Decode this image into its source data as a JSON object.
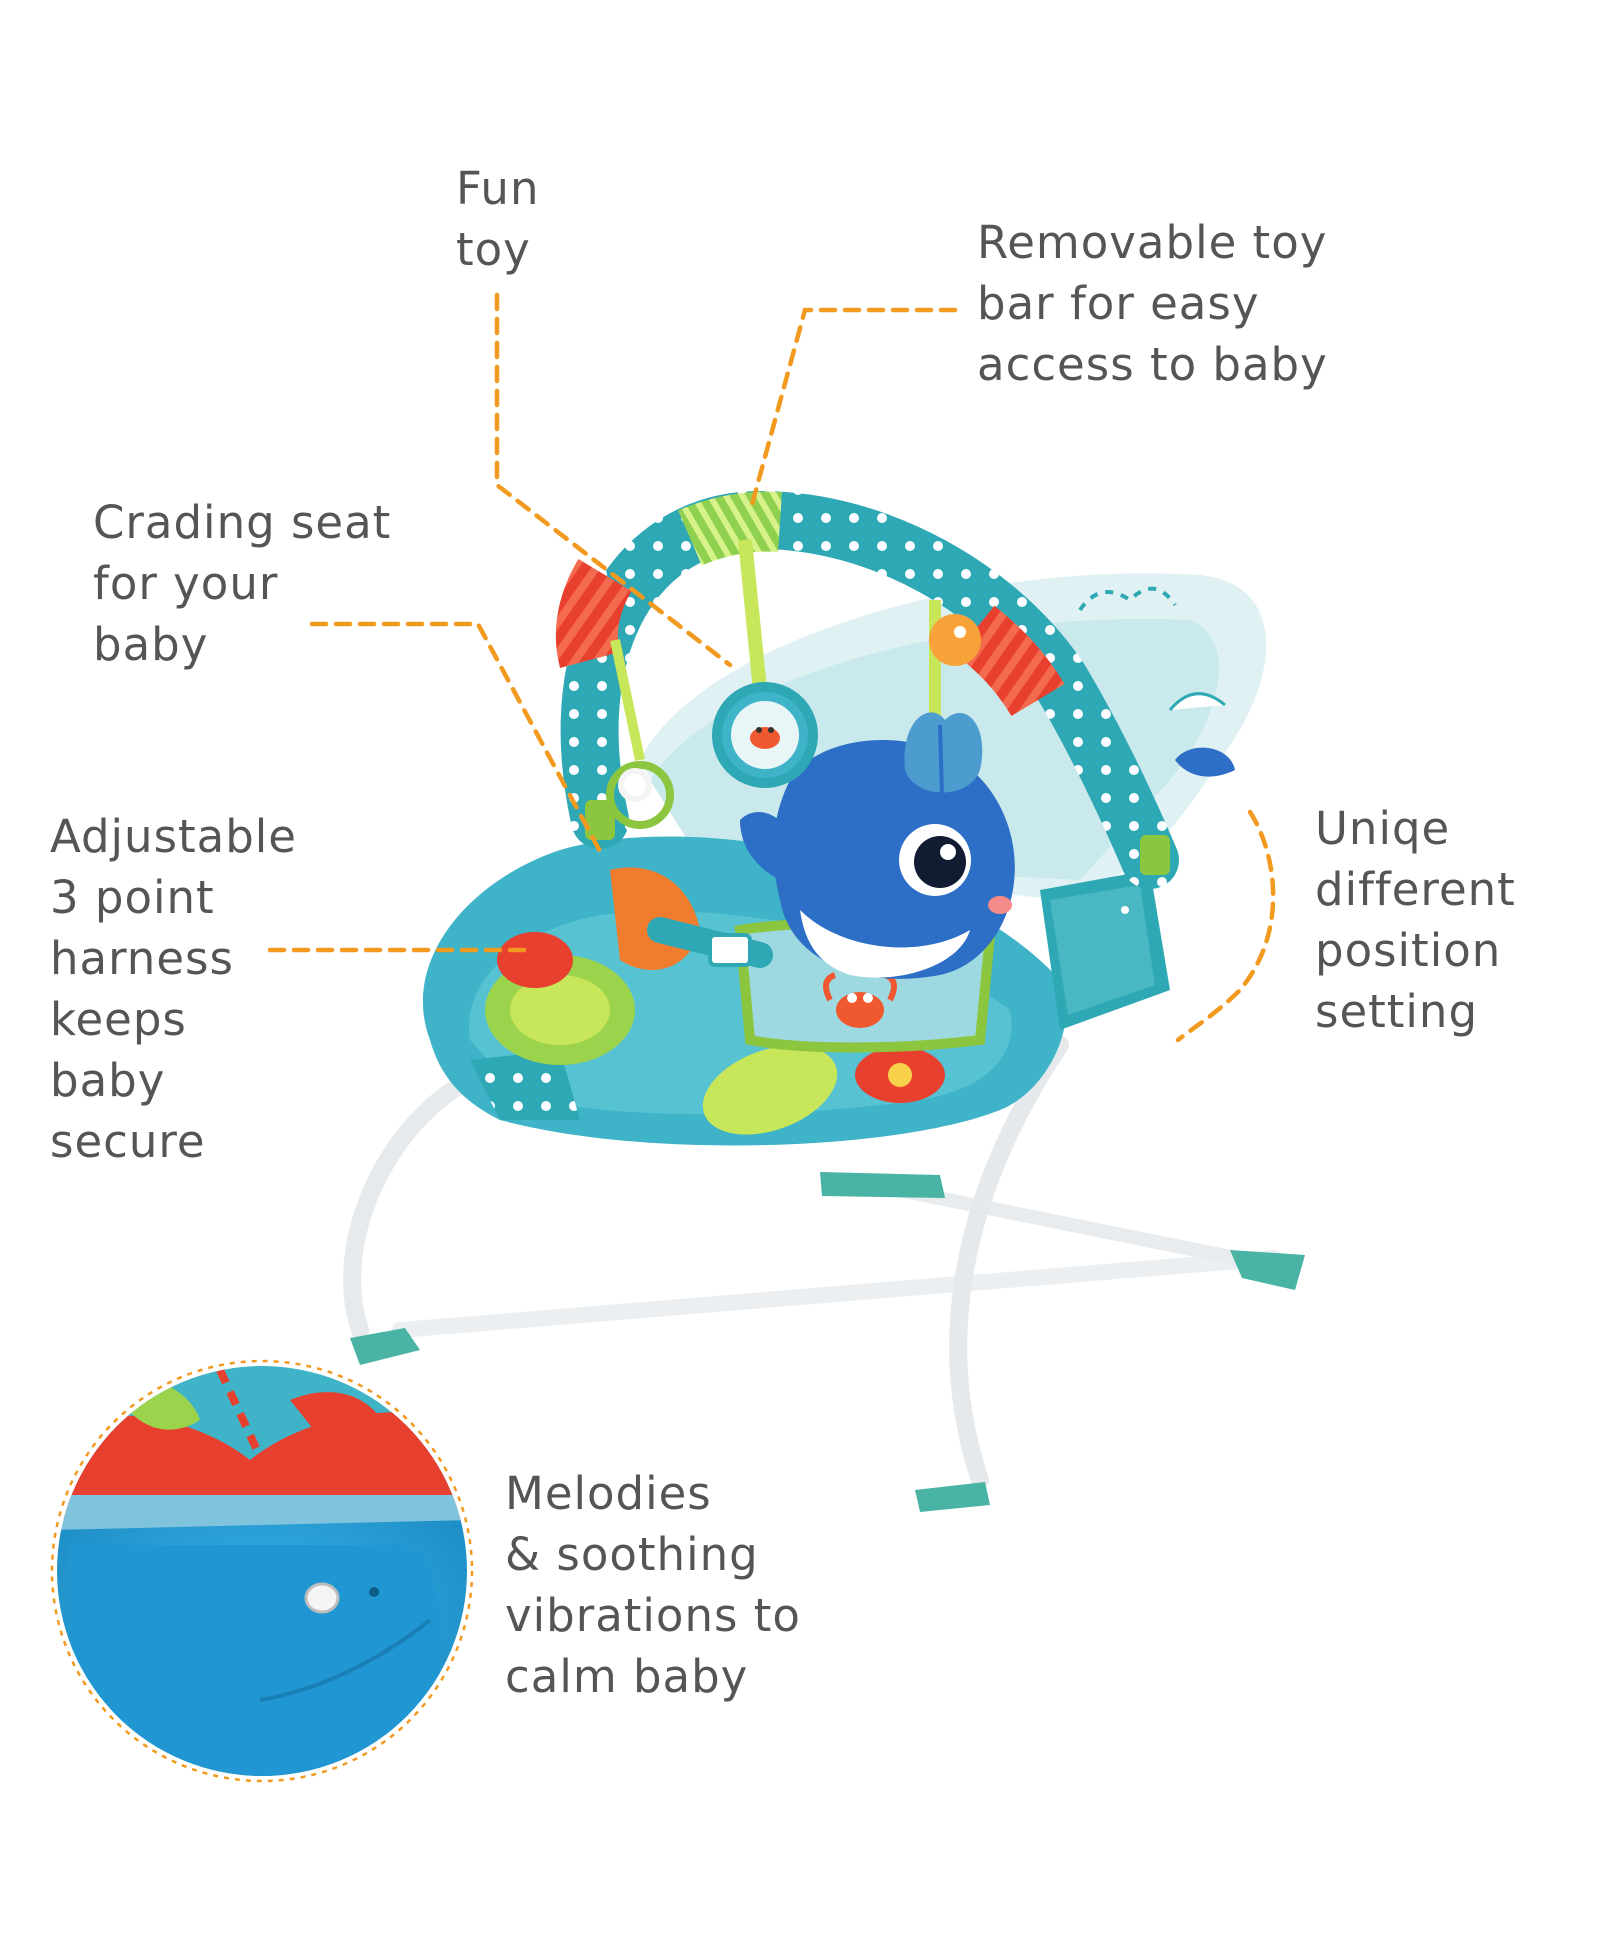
{
  "callouts": {
    "fun_toy": {
      "lines": [
        "Fun",
        "toy"
      ]
    },
    "toy_bar": {
      "lines": [
        "Removable toy",
        "bar for easy",
        "access to baby"
      ]
    },
    "cradling_seat": {
      "lines": [
        "Crading seat",
        "for your",
        "baby"
      ]
    },
    "harness": {
      "lines": [
        "Adjustable",
        "3 point",
        "harness",
        "keeps",
        "baby",
        "secure"
      ]
    },
    "positions": {
      "lines": [
        "Uniqe",
        "different",
        "position",
        "setting"
      ]
    },
    "melodies": {
      "lines": [
        "Melodies",
        "& soothing",
        "vibrations to",
        "calm baby"
      ]
    }
  },
  "colors": {
    "text": "#555555",
    "leader_line": "#f29a1f",
    "fabric": "#3fb3c7",
    "frame": "#f1f3f4",
    "base_feet": "#49b3a4"
  }
}
